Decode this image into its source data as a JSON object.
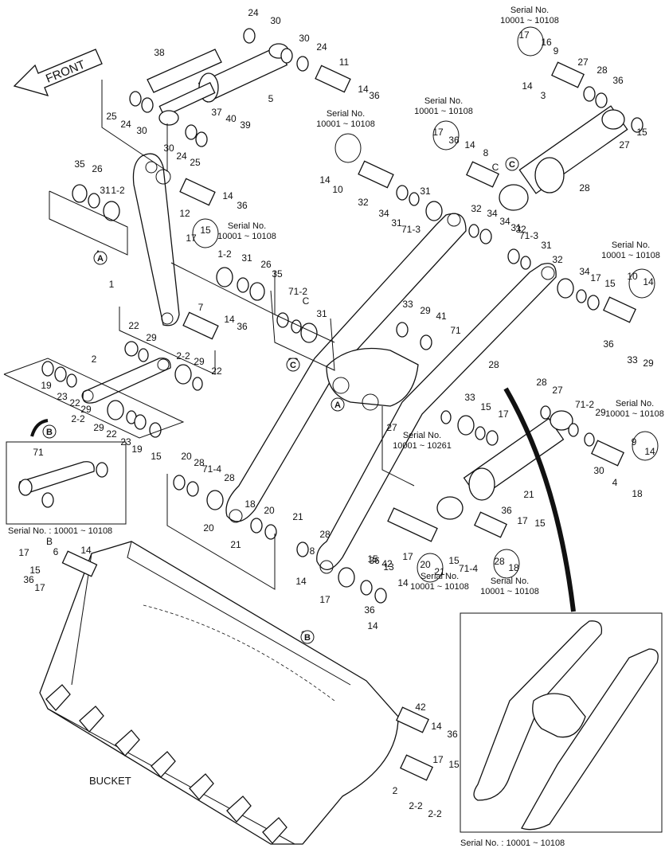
{
  "front_label": "FRONT",
  "bucket_label": "BUCKET",
  "callout_letters": [
    "A",
    "A",
    "B",
    "B",
    "C",
    "C"
  ],
  "serial_notes": [
    {
      "lines": [
        "Serial No.",
        "10001 ~ 10108"
      ]
    },
    {
      "lines": [
        "Serial No.",
        "10001 ~ 10108"
      ]
    },
    {
      "lines": [
        "Serial No.",
        "10001 ~ 10108"
      ]
    },
    {
      "lines": [
        "Serial No.",
        "10001 ~ 10108"
      ]
    },
    {
      "lines": [
        "Serial No.",
        "10001 ~ 10108"
      ]
    },
    {
      "lines": [
        "Serial No.",
        "10001 ~ 10108"
      ]
    },
    {
      "lines": [
        "Serial No.",
        "10001 ~ 10261"
      ]
    },
    {
      "lines": [
        "Serial No.",
        "10001 ~ 10108"
      ]
    },
    {
      "lines": [
        "Serial No.",
        "10001 ~ 10108"
      ]
    }
  ],
  "inset_b_caption": "Serial No. : 10001 ~ 10108",
  "inset_71_caption": "Serial No. : 10001 ~ 10108",
  "part_labels": [
    "24",
    "30",
    "30",
    "24",
    "11",
    "38",
    "5",
    "14",
    "36",
    "25",
    "24",
    "30",
    "37",
    "40",
    "39",
    "30",
    "24",
    "25",
    "35",
    "26",
    "31",
    "1-2",
    "12",
    "14",
    "36",
    "17",
    "15",
    "1-2",
    "31",
    "26",
    "35",
    "1",
    "A",
    "7",
    "14",
    "36",
    "22",
    "29",
    "2-2",
    "29",
    "22",
    "2",
    "19",
    "23",
    "22",
    "29",
    "2-2",
    "29",
    "22",
    "23",
    "19",
    "15",
    "17",
    "16",
    "9",
    "27",
    "28",
    "36",
    "14",
    "3",
    "28",
    "27",
    "15",
    "17",
    "36",
    "14",
    "8",
    "C",
    "36",
    "14",
    "10",
    "32",
    "34",
    "31",
    "71-3",
    "31",
    "32",
    "34",
    "34",
    "32",
    "31",
    "71-3",
    "31",
    "32",
    "34",
    "17",
    "15",
    "10",
    "14",
    "36",
    "33",
    "29",
    "71-2",
    "C",
    "31",
    "33",
    "33",
    "29",
    "41",
    "71",
    "27",
    "28",
    "28",
    "27",
    "71-2",
    "29",
    "33",
    "15",
    "17",
    "9",
    "14",
    "30",
    "4",
    "18",
    "21",
    "20",
    "28",
    "71-4",
    "28",
    "20",
    "21",
    "18",
    "20",
    "21",
    "28",
    "8",
    "14",
    "36",
    "13",
    "14",
    "36",
    "17",
    "15",
    "17",
    "15",
    "71-4",
    "20",
    "21",
    "28",
    "18",
    "17",
    "15",
    "42",
    "36",
    "14",
    "B",
    "6",
    "14",
    "36",
    "17",
    "15",
    "42",
    "14",
    "36",
    "17",
    "15",
    "2",
    "2-2",
    "2-2",
    "17",
    "15",
    "71"
  ]
}
